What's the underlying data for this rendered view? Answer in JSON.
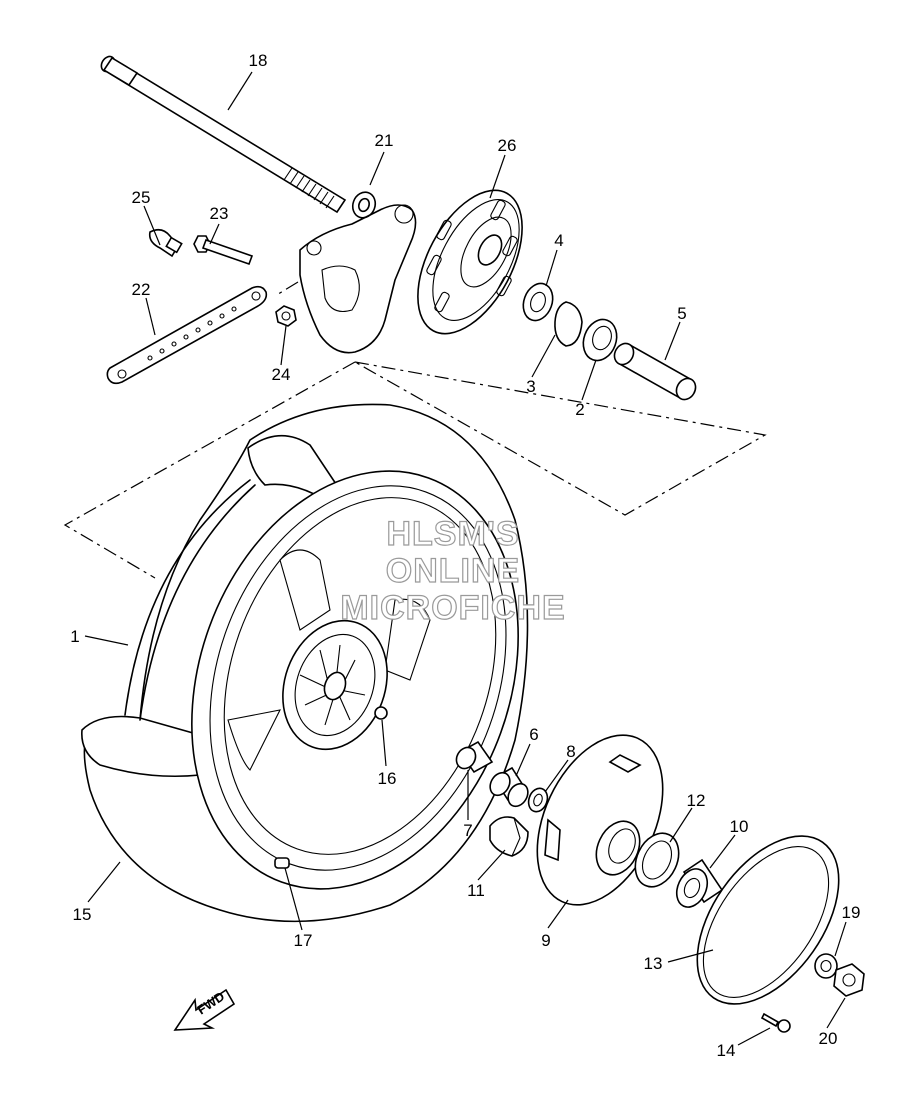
{
  "watermark": {
    "line1": "HLSM'S",
    "line2": "ONLINE",
    "line3": "MICROFICHE"
  },
  "direction_label": "FWD",
  "callouts": [
    {
      "id": "1",
      "label": "1"
    },
    {
      "id": "2",
      "label": "2"
    },
    {
      "id": "3",
      "label": "3"
    },
    {
      "id": "4",
      "label": "4"
    },
    {
      "id": "5",
      "label": "5"
    },
    {
      "id": "6",
      "label": "6"
    },
    {
      "id": "7",
      "label": "7"
    },
    {
      "id": "8",
      "label": "8"
    },
    {
      "id": "9",
      "label": "9"
    },
    {
      "id": "10",
      "label": "10"
    },
    {
      "id": "11",
      "label": "11"
    },
    {
      "id": "12",
      "label": "12"
    },
    {
      "id": "13",
      "label": "13"
    },
    {
      "id": "14",
      "label": "14"
    },
    {
      "id": "15",
      "label": "15"
    },
    {
      "id": "16",
      "label": "16"
    },
    {
      "id": "17",
      "label": "17"
    },
    {
      "id": "18",
      "label": "18"
    },
    {
      "id": "19",
      "label": "19"
    },
    {
      "id": "20",
      "label": "20"
    },
    {
      "id": "21",
      "label": "21"
    },
    {
      "id": "22",
      "label": "22"
    },
    {
      "id": "23",
      "label": "23"
    },
    {
      "id": "24",
      "label": "24"
    },
    {
      "id": "25",
      "label": "25"
    },
    {
      "id": "26",
      "label": "26"
    }
  ]
}
